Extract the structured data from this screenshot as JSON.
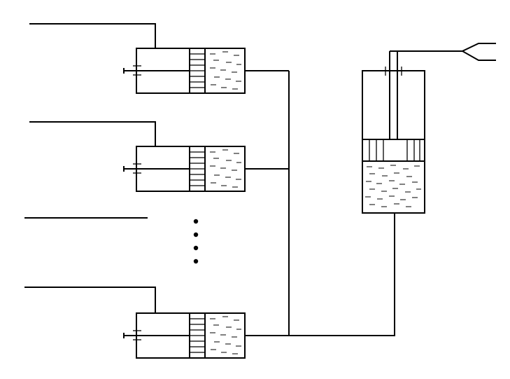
{
  "diagram": {
    "type": "hydraulic-schematic",
    "small_cylinder_units": 3,
    "ellipsis_dots": 4,
    "colors": {
      "line": "#000000",
      "background": "#ffffff"
    },
    "components": {
      "small_cylinder": "syringe-cylinder-with-piston-and-liquid",
      "large_cylinder": "main-cylinder-with-piston-rod-and-liquid",
      "output": "fork-end"
    }
  }
}
